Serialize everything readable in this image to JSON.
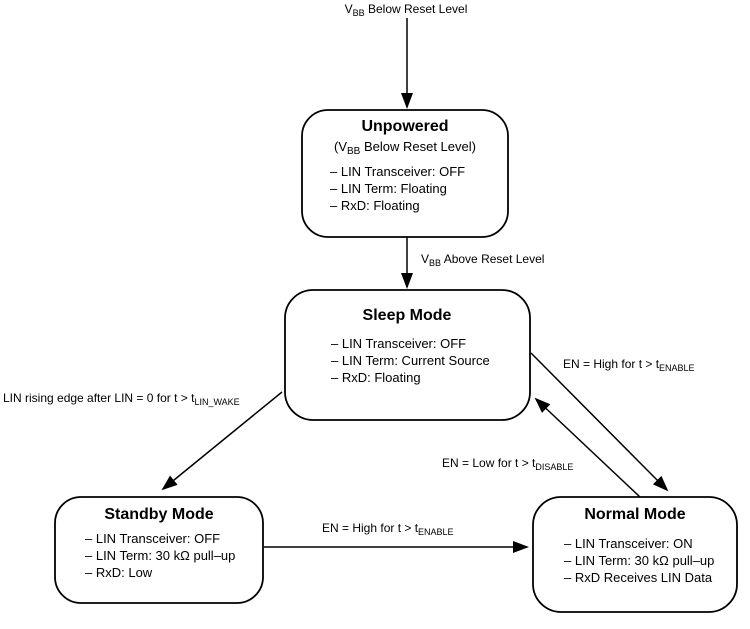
{
  "diagram": {
    "background": "#ffffff",
    "line_color": "#000000"
  },
  "states": {
    "unpowered": {
      "title": "Unpowered",
      "subtitle": {
        "pre": "(V",
        "sub": "BB",
        "post": " Below Reset Level)"
      },
      "items": [
        "– LIN Transceiver: OFF",
        "– LIN Term: Floating",
        "– RxD: Floating"
      ]
    },
    "sleep": {
      "title": "Sleep Mode",
      "items": [
        "– LIN Transceiver: OFF",
        "– LIN Term: Current Source",
        "– RxD: Floating"
      ]
    },
    "standby": {
      "title": "Standby Mode",
      "items": [
        "– LIN Transceiver: OFF",
        "– LIN Term: 30 kΩ pull–up",
        "– RxD: Low"
      ]
    },
    "normal": {
      "title": "Normal Mode",
      "items": [
        "– LIN Transceiver: ON",
        "– LIN Term: 30 kΩ pull–up",
        "– RxD Receives LIN Data"
      ]
    }
  },
  "transitions": {
    "vbb_below_reset": {
      "pre": "V",
      "sub": "BB",
      "post": " Below Reset Level"
    },
    "vbb_above_reset": {
      "pre": "V",
      "sub": "BB",
      "post": " Above Reset Level"
    },
    "lin_wake": {
      "pre": "LIN rising edge after LIN = 0 for t > t",
      "sub": "LIN_WAKE"
    },
    "en_high_sleep_to_normal": {
      "pre": "EN = High for t > t",
      "sub": "ENABLE"
    },
    "en_low_normal_to_sleep": {
      "pre": "EN = Low for t > t",
      "sub": "DISABLE"
    },
    "en_high_standby_to_normal": {
      "pre": "EN = High for t > t",
      "sub": "ENABLE"
    }
  }
}
